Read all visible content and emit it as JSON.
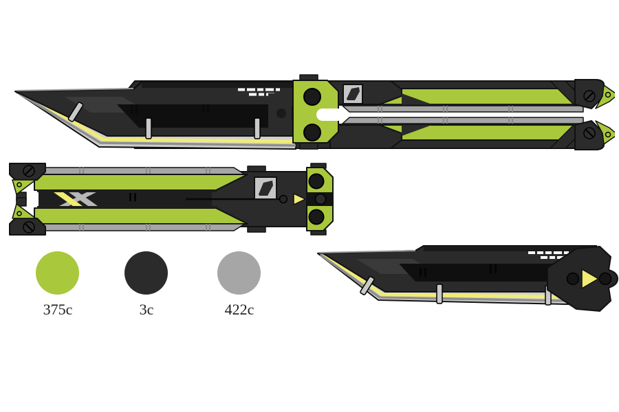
{
  "palette": {
    "swatches": [
      {
        "label": "375c",
        "hex": "#a9c83c"
      },
      {
        "label": "3c",
        "hex": "#2b2b2b"
      },
      {
        "label": "422c",
        "hex": "#a6a6a6"
      }
    ]
  },
  "illustration": {
    "views": [
      {
        "name": "butterfly-knife-open-view"
      },
      {
        "name": "butterfly-knife-closed-view"
      },
      {
        "name": "blade-detail-view"
      }
    ],
    "accent_colors": {
      "background": "#ffffff",
      "yellow": "#f0ec74",
      "bevel_light": "#cfcfcf",
      "bevel_shadow": "#8f8f8f",
      "blade_panel": "#3a3a3a",
      "recess": "#0f0f0f",
      "rail_tick": "#8a8a8a",
      "white_marks": "#ffffff",
      "outline": "#111111"
    }
  }
}
